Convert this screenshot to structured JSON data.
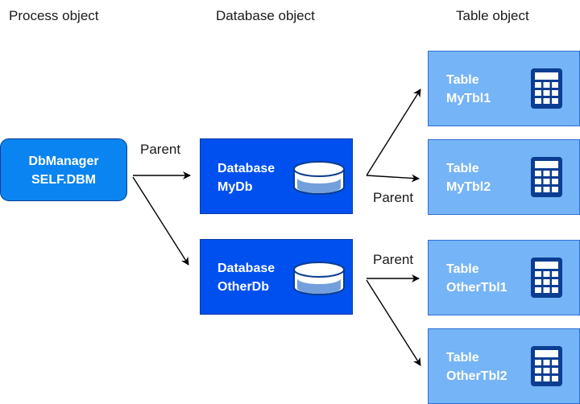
{
  "headers": {
    "process": "Process object",
    "database": "Database object",
    "table": "Table object"
  },
  "edge_labels": [
    "Parent",
    "Parent",
    "Parent"
  ],
  "process": {
    "title": "DbManager",
    "sub": "SELF.DBM"
  },
  "databases": [
    {
      "title": "Database",
      "sub": "MyDb"
    },
    {
      "title": "Database",
      "sub": "OtherDb"
    }
  ],
  "tables": [
    {
      "title": "Table",
      "sub": "MyTbl1"
    },
    {
      "title": "Table",
      "sub": "MyTbl2"
    },
    {
      "title": "Table",
      "sub": "OtherTbl1"
    },
    {
      "title": "Table",
      "sub": "OtherTbl2"
    }
  ],
  "colors": {
    "process_fill": "#0a84f0",
    "database_fill": "#0050ef",
    "table_fill": "#75b4f6",
    "icon_dark": "#0b3d91"
  },
  "icons": {
    "database": "database-cylinder-icon",
    "table": "table-grid-icon"
  }
}
